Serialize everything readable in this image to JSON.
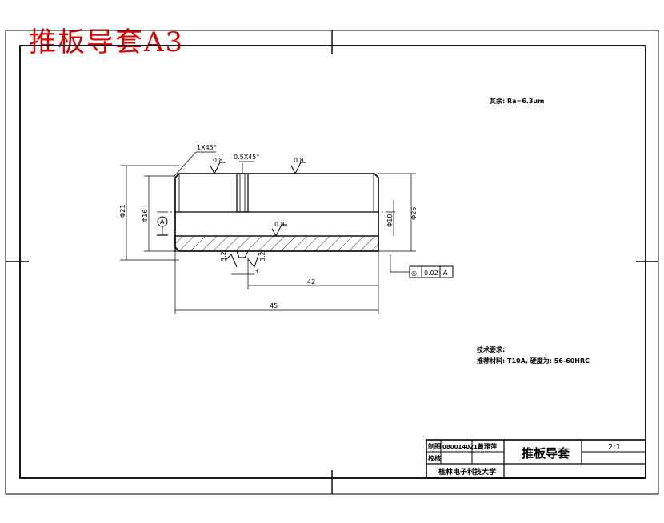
{
  "drawing_title": "推板导套A3",
  "notes": {
    "surface_finish": "其余: Ra=6.3um",
    "tech_requirements_heading": "技术要求:",
    "material_line": "推荐材料: T10A, 硬度为: 56-60HRC"
  },
  "dimensions": {
    "chamfer_left": "1X45°",
    "chamfer_groove": "0.5X45°",
    "roughness_a": "0.8",
    "roughness_b": "0.8",
    "roughness_c": "0.8",
    "roughness_d": "3.2",
    "roughness_e": "3.2",
    "datum_a": "A",
    "outer_dia_left": "Φ21",
    "inner_dia_left": "Φ16",
    "inner_bore": "Φ10",
    "outer_dia_right": "Φ25",
    "groove_width": "3",
    "length_42": "42",
    "length_45": "45",
    "tolerance_frame": [
      "◎",
      "0.02",
      "A"
    ]
  },
  "title_block": {
    "label_drawn": "制图",
    "label_checked": "校核",
    "student_id": "0800140212",
    "name": "黄雅萍",
    "part_name": "推板导套",
    "scale": "2:1",
    "school": "桂林电子科技大学"
  }
}
